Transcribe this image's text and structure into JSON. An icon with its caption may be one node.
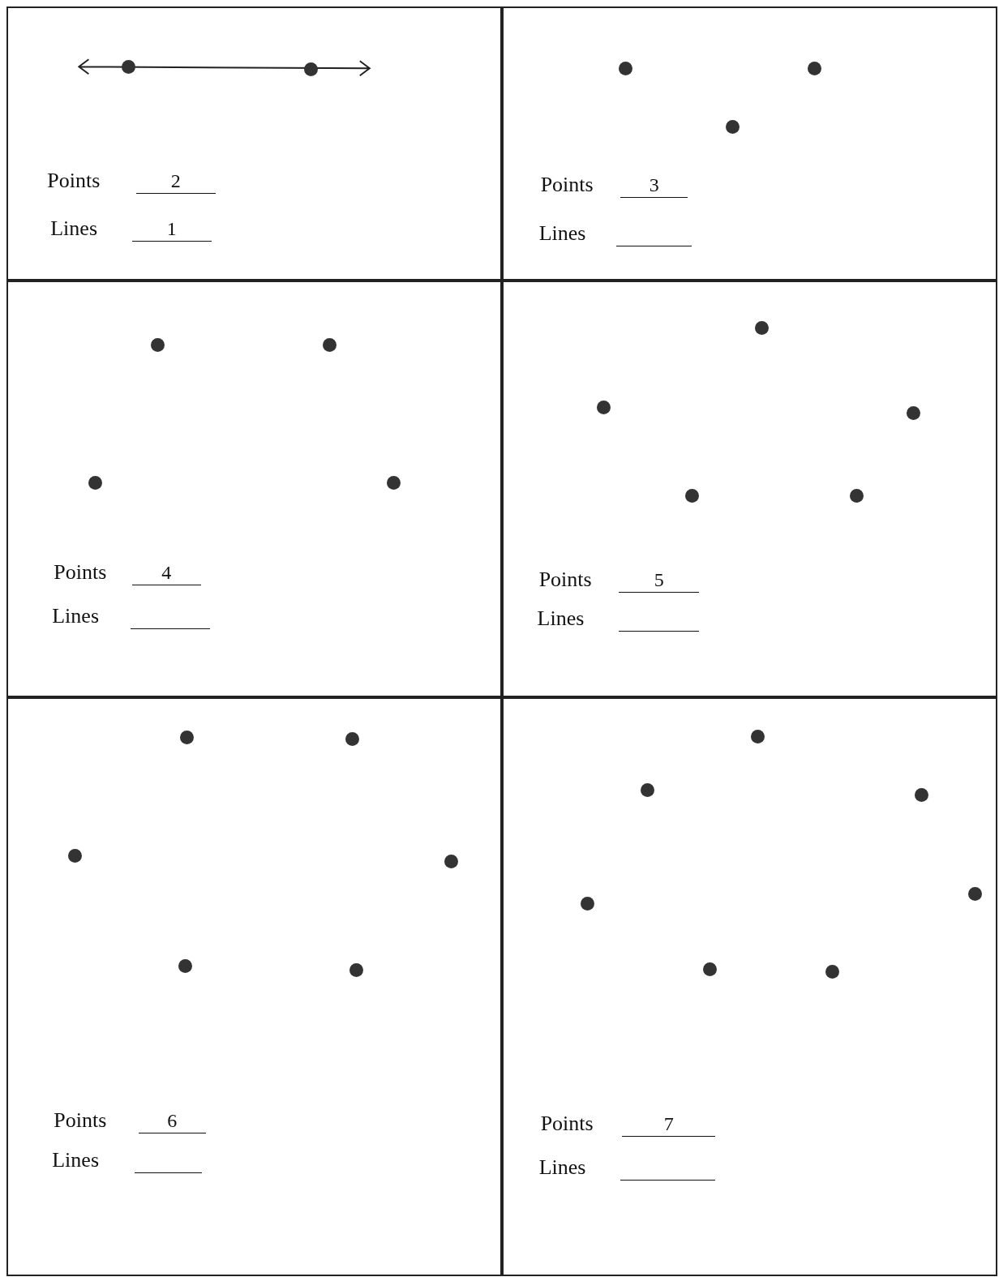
{
  "diagram": {
    "nodes": [
      {
        "text": [
          "Points",
          "2",
          "Lines",
          "1"
        ]
      },
      {
        "text": [
          "Points",
          "3",
          "Lines"
        ]
      },
      {
        "text": [
          "Points",
          "4",
          "Lines"
        ]
      },
      {
        "text": [
          "Points",
          "5",
          "Lines"
        ]
      },
      {
        "text": [
          "Points",
          "6",
          "Lines"
        ]
      },
      {
        "text": [
          "Points",
          "7",
          "Lines"
        ]
      }
    ]
  }
}
